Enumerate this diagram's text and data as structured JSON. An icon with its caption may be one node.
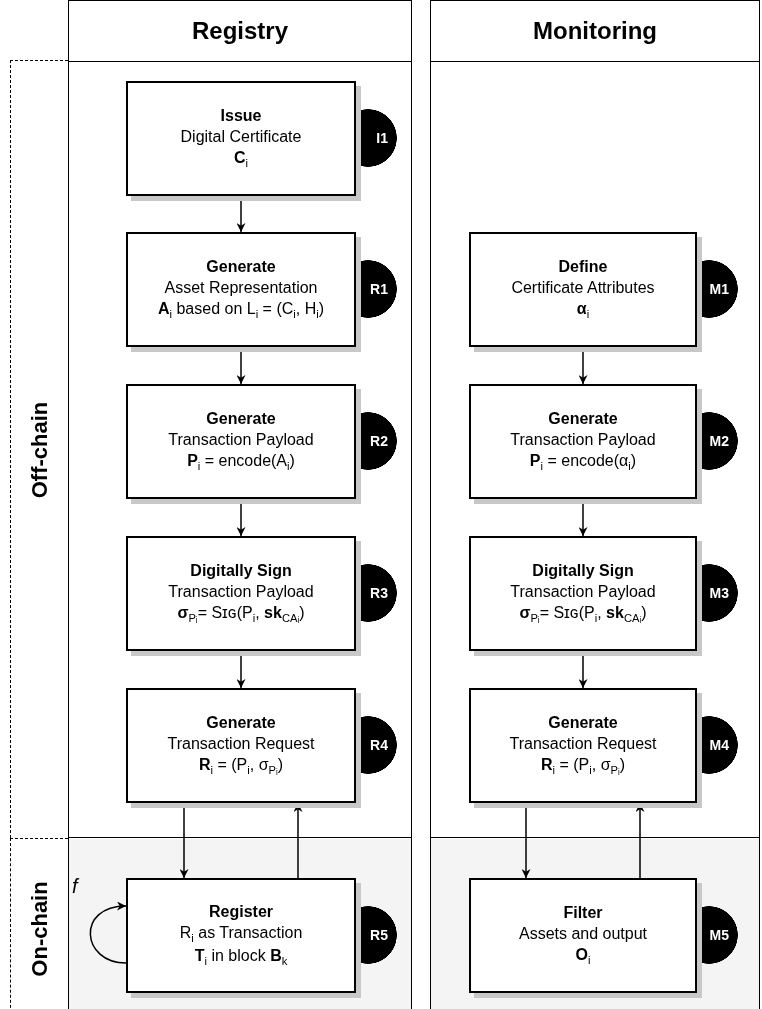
{
  "diagram": {
    "nodes": [
      {
        "text": [
          "Registry"
        ]
      },
      {
        "text": [
          "Monitoring"
        ]
      },
      {
        "text": [
          "Off-chain"
        ]
      },
      {
        "text": [
          "On-chain"
        ]
      },
      {
        "text": [
          "Issue",
          "Digital Certificate",
          "**C**$_{i}$"
        ],
        "in": 0
      },
      {
        "text": [
          "I1"
        ],
        "in": 0
      },
      {
        "text": [
          "Generate",
          "Asset Representation",
          "**A**$_{i}$ based on L$_{i}$ = (C$_{i}$, H$_{i}$)"
        ],
        "in": 0
      },
      {
        "text": [
          "R1"
        ],
        "in": 0
      },
      {
        "text": [
          "Generate",
          "Transaction Payload",
          "**P**$_{i}$ = encode(A$_{i}$)"
        ],
        "in": 0
      },
      {
        "text": [
          "R2"
        ],
        "in": 0
      },
      {
        "text": [
          "Digitally Sign",
          "Transaction Payload",
          "**σ**$_{Pᵢ}$= Sɪɢ(P$_{i}$, **sk**$_{CAᵢ}$)"
        ],
        "in": 0
      },
      {
        "text": [
          "R3"
        ],
        "in": 0
      },
      {
        "text": [
          "Generate",
          "Transaction Request",
          "**R**$_{i}$ = (P$_{i}$, σ$_{Pᵢ}$)"
        ],
        "in": 0
      },
      {
        "text": [
          "R4"
        ],
        "in": 0
      },
      {
        "text": [
          "Register",
          "R$_{i}$ as Transaction",
          "**T**$_{i}$ in block **B**$_{k}$"
        ],
        "in": 0
      },
      {
        "text": [
          "R5"
        ],
        "in": 0
      },
      {
        "text": [
          "Define",
          "Certificate Attributes",
          "**α**$_{i}$"
        ],
        "in": 1
      },
      {
        "text": [
          "M1"
        ],
        "in": 1
      },
      {
        "text": [
          "Generate",
          "Transaction Payload",
          "**P**$_{i}$ = encode(α$_{i}$)"
        ],
        "in": 1
      },
      {
        "text": [
          "M2"
        ],
        "in": 1
      },
      {
        "text": [
          "Digitally Sign",
          "Transaction Payload",
          "**σ**$_{Pᵢ}$= Sɪɢ(P$_{i}$, **sk**$_{CAᵢ}$)"
        ],
        "in": 1
      },
      {
        "text": [
          "M3"
        ],
        "in": 1
      },
      {
        "text": [
          "Generate",
          "Transaction Request",
          "**R**$_{i}$ = (P$_{i}$, σ$_{Pᵢ}$)"
        ],
        "in": 1
      },
      {
        "text": [
          "M4"
        ],
        "in": 1
      },
      {
        "text": [
          "Filter",
          "Assets and output",
          "**O**$_{i}$"
        ],
        "in": 1
      },
      {
        "text": [
          "M5"
        ],
        "in": 1
      }
    ],
    "edges": [
      {
        "from": 4,
        "to": 6,
        "arrow": "to"
      },
      {
        "from": 6,
        "to": 8,
        "arrow": "to"
      },
      {
        "from": 8,
        "to": 10,
        "arrow": "to"
      },
      {
        "from": 10,
        "to": 12,
        "arrow": "to"
      },
      {
        "from": 12,
        "to": 14,
        "arrow": "to"
      },
      {
        "from": 14,
        "to": 12,
        "arrow": "to"
      },
      {
        "from": 14,
        "to": 14,
        "arrow": "to",
        "label": "f"
      },
      {
        "from": 16,
        "to": 18,
        "arrow": "to"
      },
      {
        "from": 18,
        "to": 20,
        "arrow": "to"
      },
      {
        "from": 20,
        "to": 22,
        "arrow": "to"
      },
      {
        "from": 22,
        "to": 24,
        "arrow": "to"
      },
      {
        "from": 24,
        "to": 22,
        "arrow": "to"
      }
    ]
  }
}
